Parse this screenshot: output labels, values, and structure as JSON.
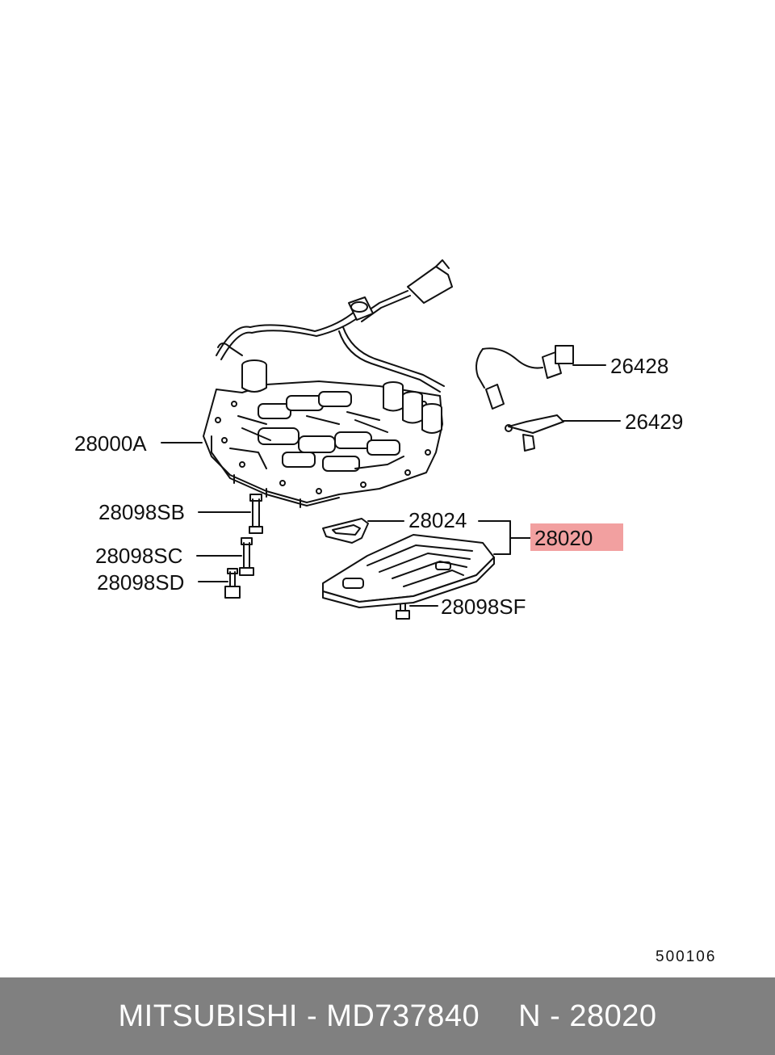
{
  "labels": {
    "main_body": "28000A",
    "harness_1": "26428",
    "harness_2": "26429",
    "bolt_sb": "28098SB",
    "bolt_sc": "28098SC",
    "bolt_sd": "28098SD",
    "gasket": "28024",
    "filter": "28020",
    "bolt_sf": "28098SF"
  },
  "highlight_color": "#f2a0a0",
  "diagram_code": "500106",
  "footer": {
    "brand_part": "MITSUBISHI - MD737840",
    "ref": "N - 28020"
  },
  "footer_bg": "#808080"
}
